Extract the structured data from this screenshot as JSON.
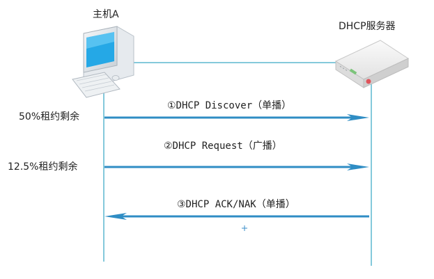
{
  "host": {
    "label": "主机A"
  },
  "server": {
    "label": "DHCP服务器"
  },
  "messages": [
    {
      "label": "①DHCP Discover（单播）",
      "lease": "50%租约剩余",
      "direction": "host-to-server"
    },
    {
      "label": "②DHCP Request（广播）",
      "lease": "12.5%租约剩余",
      "direction": "host-to-server"
    },
    {
      "label": "③DHCP ACK/NAK（单播）",
      "lease": "",
      "direction": "server-to-host"
    }
  ],
  "colors": {
    "line": "#5bb7cf",
    "arrow": "#2f8dc4",
    "text": "#222222"
  }
}
